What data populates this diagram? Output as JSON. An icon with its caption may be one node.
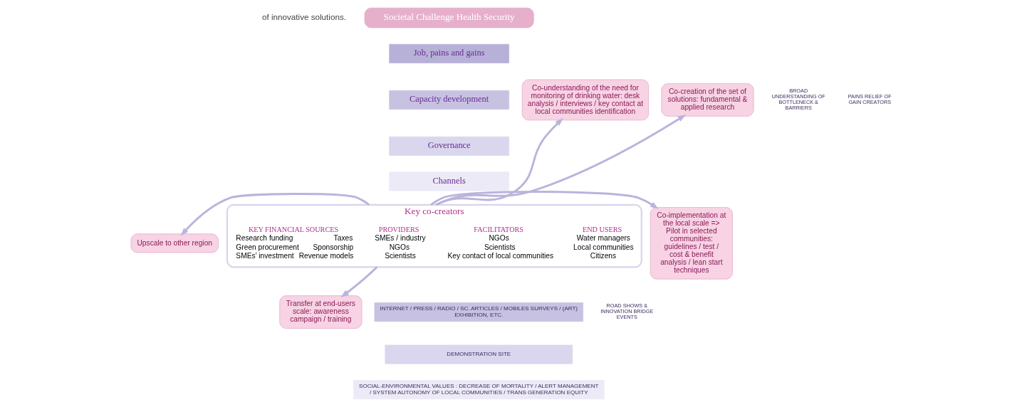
{
  "diagram": {
    "nodes": [
      {
        "text": [
          "Societal Challenge Health Security"
        ]
      },
      {
        "text": [
          "Co-understanding of the need for monitoring of drinking water: desk analysis / interviews / key contact at local communities identification"
        ]
      },
      {
        "text": [
          "Co-creation of the set of solutions: fundamental & applied research"
        ]
      },
      {
        "text": [
          "Upscale to other region"
        ]
      },
      {
        "text": [
          "Transfer at end-users scale: awareness campaign / training"
        ]
      },
      {
        "text": [
          "Co-implementation at the local scale => Pilot in selected communities: guidelines / test / cost & benefit analysis / lean start techniques"
        ]
      },
      {
        "text": [
          "Key co-creators"
        ]
      },
      {
        "text": [
          "END USERS",
          "Water managers",
          "Local communities",
          "Citizens"
        ],
        "in": 6
      },
      {
        "text": [
          "FACILITATORS",
          "NGOs",
          "Scientists",
          "Key contact of local communities"
        ],
        "in": 6
      },
      {
        "text": [
          "PROVIDERS",
          "SMEs / industry",
          "NGOs",
          "Scientists"
        ],
        "in": 6
      },
      {
        "text": [
          "KEY FINANCIAL SOURCES",
          "Research funding",
          "Taxes",
          "Green procurement",
          "Sponsorship",
          "SMEs’ investment",
          "Revenue models"
        ],
        "in": 6
      }
    ],
    "edges": [
      {
        "from": 6,
        "to": 1,
        "arrow": "to"
      },
      {
        "from": 6,
        "to": 2,
        "arrow": "to"
      },
      {
        "from": 6,
        "to": 3,
        "arrow": "to"
      },
      {
        "from": 6,
        "to": 4,
        "arrow": "to"
      },
      {
        "from": 6,
        "to": 5,
        "arrow": "to"
      }
    ],
    "labels": [
      "of innovative solutions.",
      "Job, pains and gains",
      "Capacity development",
      "Governance",
      "Channels",
      "BROAD UNDERSTANDING OF BOTTLENECK & BARRIERS",
      "PAINS RELIEF OF GAIN CREATORS",
      "ROAD SHOWS & INNOVATION BRIDGE EVENTS",
      "INTERNET / PRESS / RADIO / SC. ARTICLES / MOBILES SURVEYS / (ART) EXHIBITION, ETC.",
      "DEMONSTRATION SITE",
      "SOCIAL-ENVIRONMENTAL VALUES : DECREASE OF MORTALITY / ALERT MANAGEMENT / SYSTEM AUTONOMY OF LOCAL COMMUNITIES / TRANS GENERATION EQUITY"
    ]
  }
}
